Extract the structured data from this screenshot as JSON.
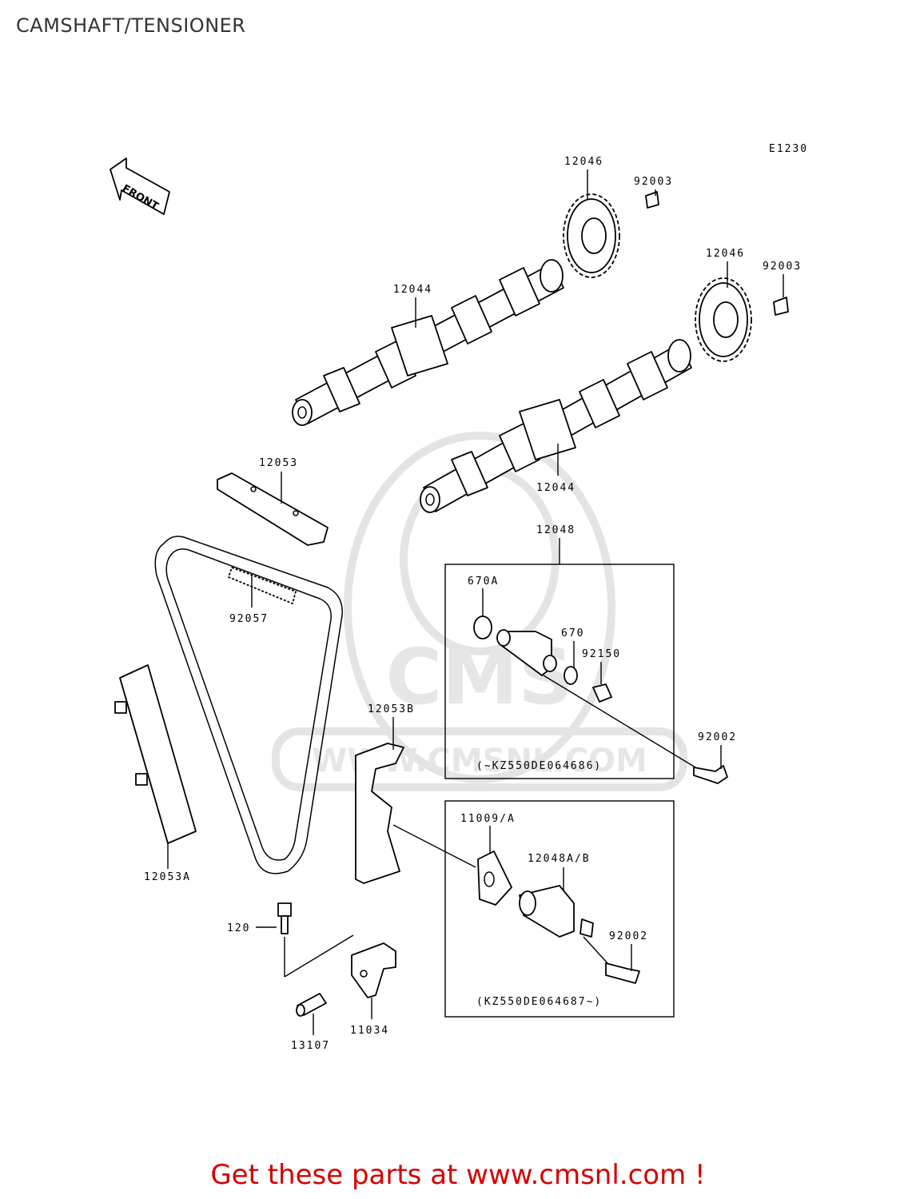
{
  "page": {
    "title": "CAMSHAFT/TENSIONER",
    "footer": "Get these parts at www.cmsnl.com !"
  },
  "diagram": {
    "code": "E1230",
    "front_label": "FRONT",
    "watermark": {
      "logo": "CMS",
      "url": "WWW.CMSNL.COM"
    },
    "callouts": [
      "12046",
      "92003",
      "12046",
      "92003",
      "12044",
      "12044",
      "12053",
      "92057",
      "12048",
      "670A",
      "670",
      "92150",
      "92002",
      "12053B",
      "12053A",
      "11009/A",
      "12048A/B",
      "92002",
      "120",
      "11034",
      "13107"
    ],
    "box_notes": [
      "(~KZ550DE064686)",
      "(KZ550DE064687~)"
    ]
  },
  "colors": {
    "footer": "#d40000",
    "title": "#333333",
    "watermark": "#e4e4e4"
  }
}
